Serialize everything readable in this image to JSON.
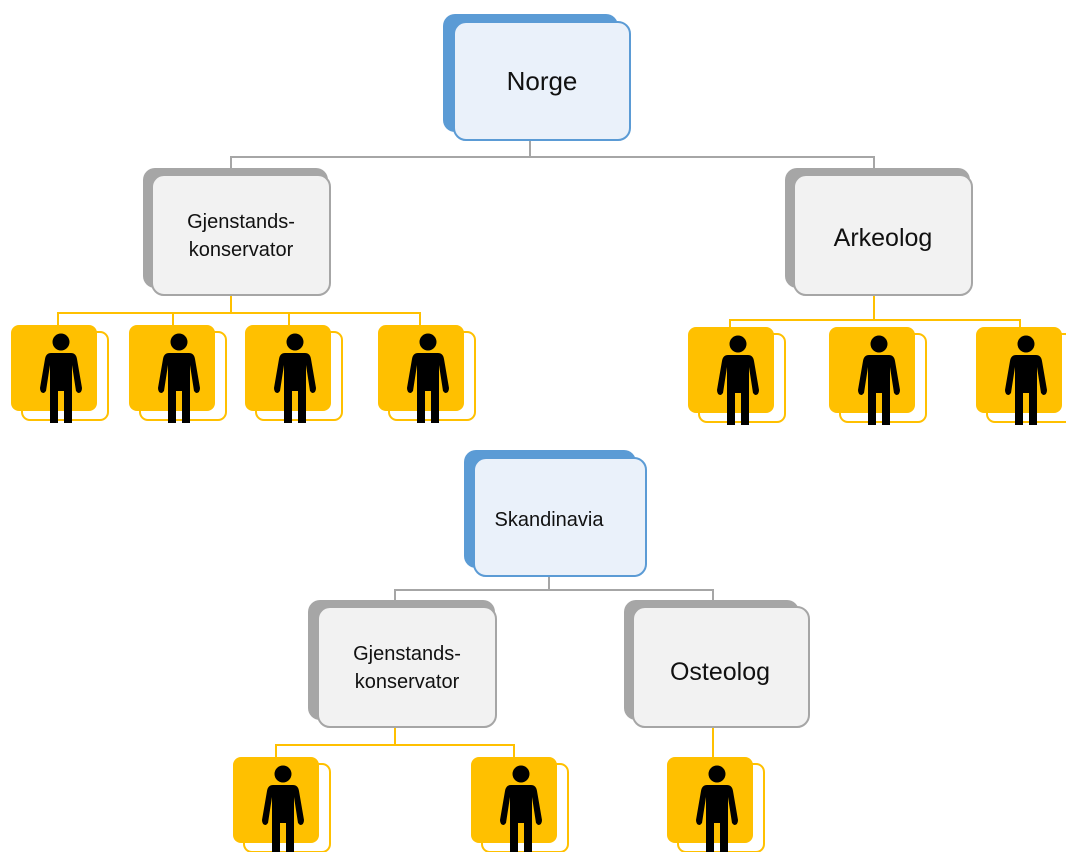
{
  "colors": {
    "blue_accent": "#5b9bd5",
    "blue_fill": "#eaf1fa",
    "gray_accent": "#a6a6a6",
    "gray_fill": "#f2f2f2",
    "yellow": "#ffc000",
    "connector_gray": "#a6a6a6",
    "connector_yellow": "#ffc000",
    "person": "#000000"
  },
  "icons": {
    "person": "person-icon"
  },
  "trees": [
    {
      "root": {
        "label": "Norge"
      },
      "children": [
        {
          "label_lines": [
            "Gjenstands-",
            "konservator"
          ],
          "people": 4
        },
        {
          "label_lines": [
            "Arkeolog"
          ],
          "people": 3
        }
      ]
    },
    {
      "root": {
        "label": "Skandinavia"
      },
      "children": [
        {
          "label_lines": [
            "Gjenstands-",
            "konservator"
          ],
          "people": 2
        },
        {
          "label_lines": [
            "Osteolog"
          ],
          "people": 1
        }
      ]
    }
  ]
}
